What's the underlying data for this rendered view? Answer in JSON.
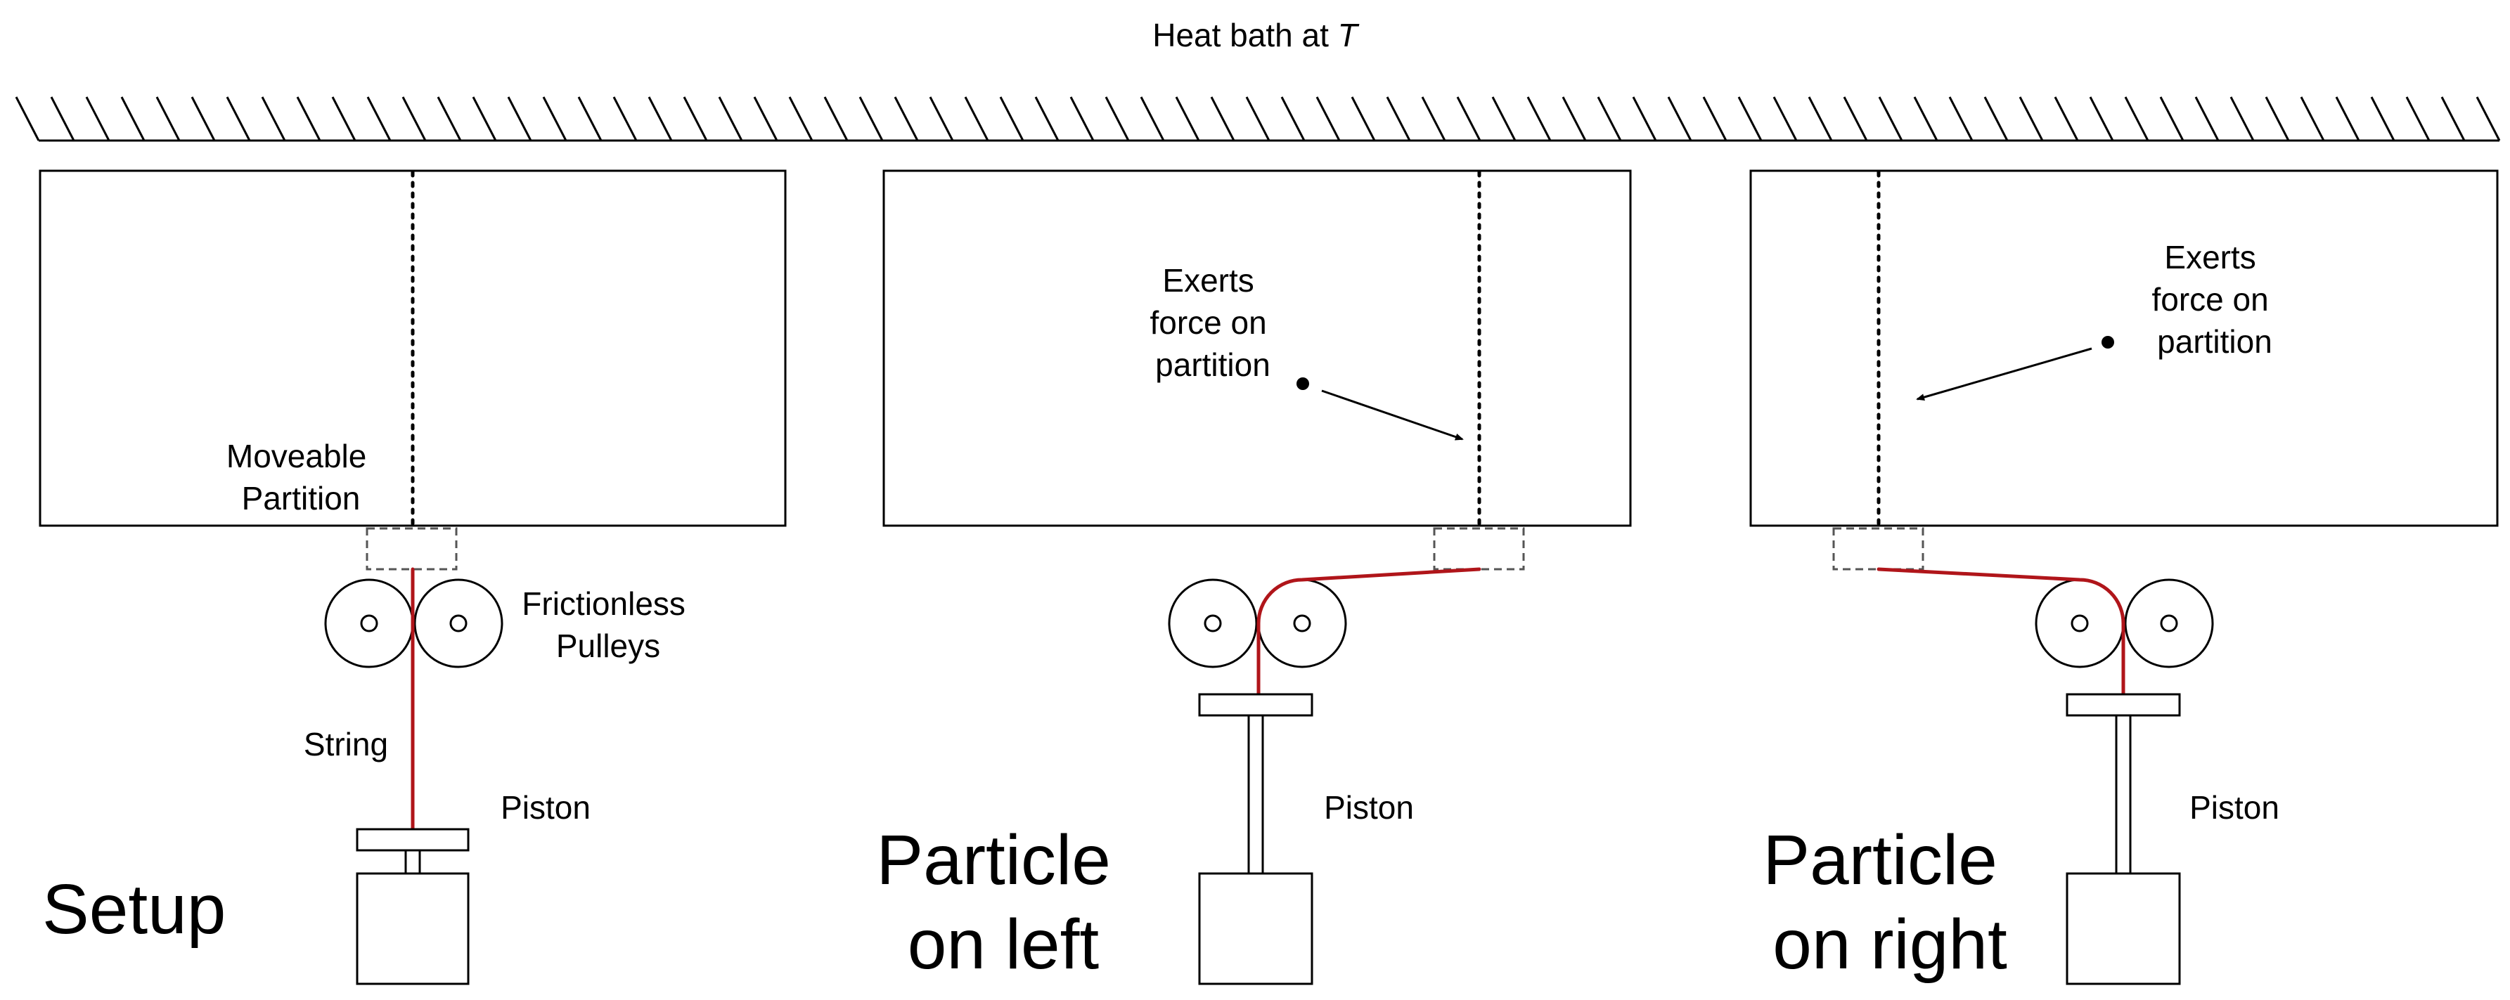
{
  "heat_bath": {
    "label": "Heat bath at ",
    "variable": "T"
  },
  "panels": [
    {
      "caption_lines": [
        "Setup"
      ],
      "partition_label_lines": [
        "Moveable",
        "Partition"
      ],
      "pulley_label_lines": [
        "Frictionless",
        "Pulleys"
      ],
      "string_label": "String",
      "piston_label": "Piston"
    },
    {
      "caption_lines": [
        "Particle",
        "on left"
      ],
      "force_label_lines": [
        "Exerts",
        "force on",
        "partition"
      ],
      "piston_label": "Piston"
    },
    {
      "caption_lines": [
        "Particle",
        "on right"
      ],
      "force_label_lines": [
        "Exerts",
        "force on",
        "partition"
      ],
      "piston_label": "Piston"
    }
  ]
}
